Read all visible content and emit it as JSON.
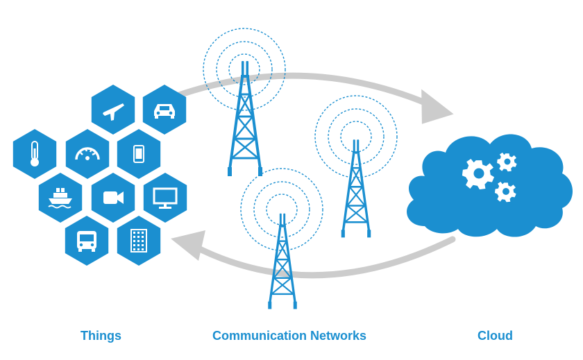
{
  "labels": {
    "things": "Things",
    "networks": "Communication Networks",
    "cloud": "Cloud"
  },
  "colors": {
    "primary": "#1b8fd0",
    "arrow": "#cccccc",
    "icon": "#ffffff",
    "label": "#1b8fd0"
  },
  "things_icons": [
    "airplane-icon",
    "car-icon",
    "thermometer-icon",
    "speedometer-icon",
    "phone-icon",
    "ship-icon",
    "video-camera-icon",
    "monitor-icon",
    "bus-icon",
    "building-icon"
  ],
  "cloud_icons": [
    "gear-icon",
    "gear-icon",
    "gear-icon"
  ],
  "networks_icons": [
    "cell-tower-icon",
    "cell-tower-icon",
    "cell-tower-icon"
  ]
}
